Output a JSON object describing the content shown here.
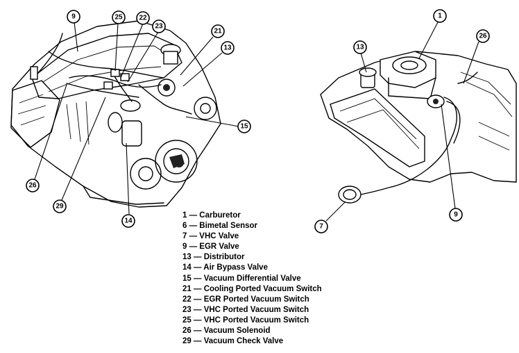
{
  "callouts": {
    "left_engine": [
      "9",
      "25",
      "22",
      "23",
      "21",
      "13",
      "15",
      "26",
      "29",
      "14"
    ],
    "right_engine": [
      "1",
      "13",
      "26",
      "7",
      "9"
    ]
  },
  "legend": [
    {
      "number": "1",
      "label": "Carburetor"
    },
    {
      "number": "6",
      "label": "Bimetal Sensor"
    },
    {
      "number": "7",
      "label": "VHC Valve"
    },
    {
      "number": "9",
      "label": "EGR Valve"
    },
    {
      "number": "13",
      "label": "Distributor"
    },
    {
      "number": "14",
      "label": "Air Bypass Valve"
    },
    {
      "number": "15",
      "label": "Vacuum Differential Valve"
    },
    {
      "number": "21",
      "label": "Cooling Ported Vacuum Switch"
    },
    {
      "number": "22",
      "label": "EGR Ported Vacuum Switch"
    },
    {
      "number": "23",
      "label": "VHC Ported Vacuum Switch"
    },
    {
      "number": "25",
      "label": "VHC Ported Vacuum Switch"
    },
    {
      "number": "26",
      "label": "Vacuum Solenoid"
    },
    {
      "number": "29",
      "label": "Vacuum Check Valve"
    }
  ],
  "colors": {
    "ink": "#000000",
    "paper": "#ffffff"
  }
}
